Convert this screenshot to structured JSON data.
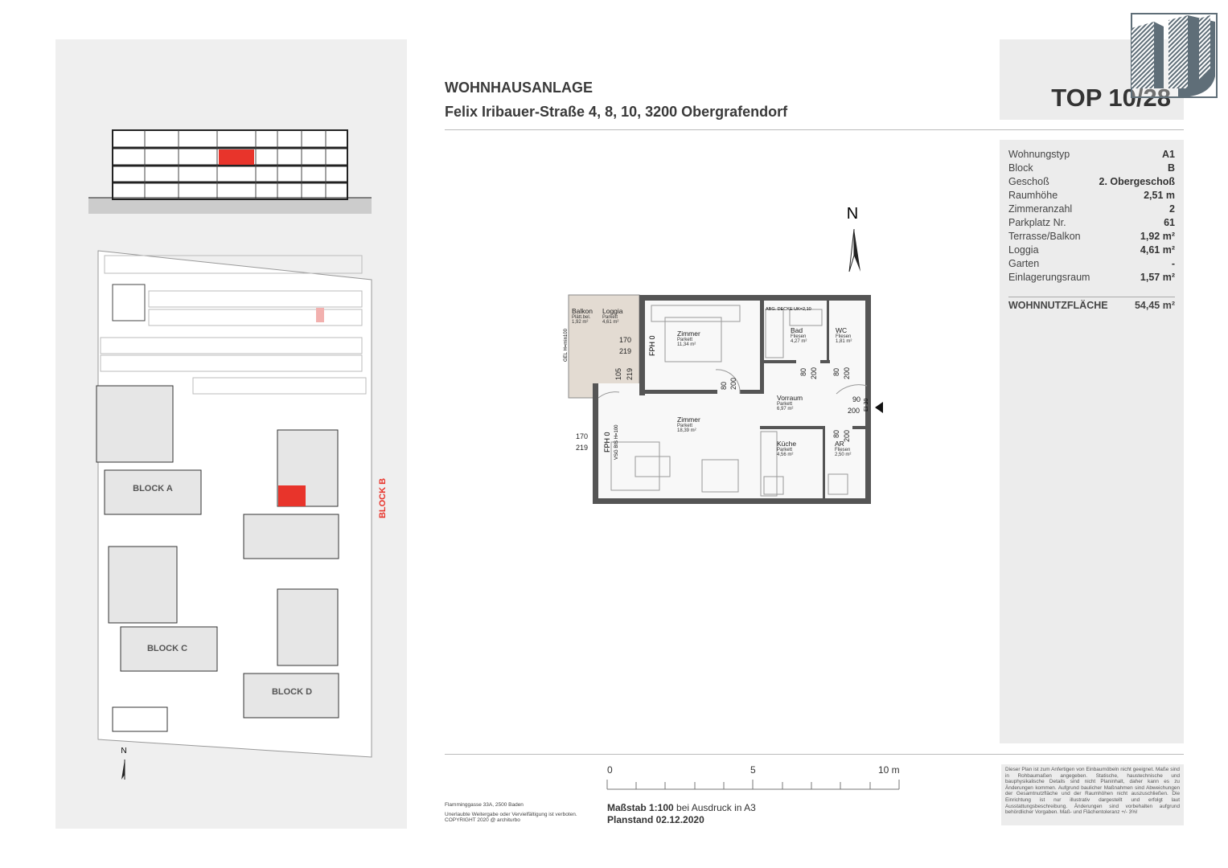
{
  "header": {
    "title": "WOHNHAUSANLAGE",
    "address": "Felix Iribauer-Straße 4, 8, 10, 3200 Obergrafendorf",
    "unit": "TOP 10/28"
  },
  "info": {
    "rows": [
      {
        "label": "Wohnungstyp",
        "value": "A1"
      },
      {
        "label": "Block",
        "value": "B"
      },
      {
        "label": "Geschoß",
        "value": "2. Obergeschoß"
      },
      {
        "label": "Raumhöhe",
        "value": "2,51 m"
      },
      {
        "label": "Zimmeranzahl",
        "value": "2"
      },
      {
        "label": "Parkplatz Nr.",
        "value": "61"
      },
      {
        "label": "Terrasse/Balkon",
        "value": "1,92 m²"
      },
      {
        "label": "Loggia",
        "value": "4,61 m²"
      },
      {
        "label": "Garten",
        "value": "-"
      },
      {
        "label": "Einlagerungsraum",
        "value": "1,57 m²"
      }
    ],
    "total_label": "WOHNNUTZFLÄCHE",
    "total_value": "54,45 m²"
  },
  "site_plan": {
    "blocks": [
      "BLOCK A",
      "BLOCK B",
      "BLOCK C",
      "BLOCK D"
    ],
    "north": "N",
    "highlight_color": "#e8342b"
  },
  "floor_plan": {
    "north": "N",
    "rooms": [
      {
        "name": "Balkon",
        "floor": "Plätt.bel.",
        "area": "1,92 m²"
      },
      {
        "name": "Loggia",
        "floor": "Parkett",
        "area": "4,61 m²"
      },
      {
        "name": "Zimmer",
        "floor": "Parkett",
        "area": "11,34 m²"
      },
      {
        "name": "Bad",
        "floor": "Fliesen",
        "area": "4,27 m²"
      },
      {
        "name": "WC",
        "floor": "Fliesen",
        "area": "1,81 m²"
      },
      {
        "name": "Vorraum",
        "floor": "Parkett",
        "area": "6,97 m²"
      },
      {
        "name": "Zimmer",
        "floor": "Parkett",
        "area": "18,39 m²"
      },
      {
        "name": "Küche",
        "floor": "Parkett",
        "area": "4,56 m²"
      },
      {
        "name": "AR",
        "floor": "Fliesen",
        "area": "2,50 m²"
      }
    ],
    "annotations": {
      "gel": "GEL H=min100",
      "fph": "FPH 0",
      "vsg": "VSG BIS H=100",
      "decke": "ABG. DECKE UK=2,10",
      "ei30": "EI 30",
      "d170": "170",
      "d219": "219",
      "d105": "105",
      "d80": "80",
      "d200": "200",
      "d90": "90"
    }
  },
  "scale": {
    "ticks": [
      "0",
      "5",
      "10 m"
    ],
    "scale_bold": "Maßstab 1:100",
    "scale_rest": " bei Ausdruck in A3",
    "plan_date": "Planstand 02.12.2020"
  },
  "footer": {
    "address": "Flamminggasse 33A, 2500 Baden",
    "copyright1": "Unerlaubte Weitergabe oder Vervielfältigung ist verboten.",
    "copyright2": "COPYRIGHT 2020 @ architurbo",
    "disclaimer": "Dieser Plan ist zum Anfertigen von Einbaumöbeln nicht geeignet. Maße sind in Rohbaumaßen angegeben. Statische, haustechnische und bauphysikalische Details sind nicht Planinhalt, daher kann es zu Änderungen kommen. Aufgrund baulicher Maßnahmen sind Abweichungen der Gesamtnutzfläche und der Raumhöhen nicht auszuschließen. Die Einrichtung ist nur illustrativ dargestellt und erfolgt laut Ausstattungsbeschreibung. Änderungen sind vorbehalten aufgrund behördlicher Vorgaben. Maß- und Flächentoleranz +/- 3%!"
  },
  "colors": {
    "accent": "#e8342b",
    "logo": "#5f6e78",
    "panel": "#efefef"
  }
}
